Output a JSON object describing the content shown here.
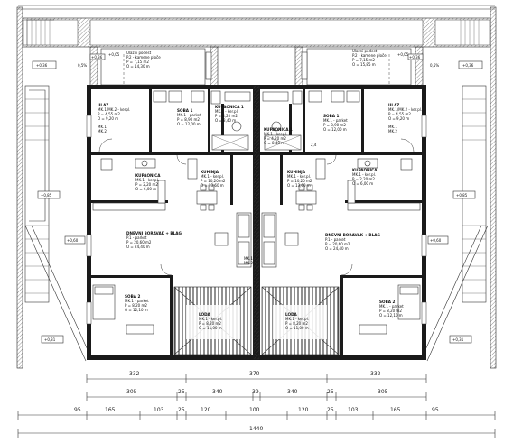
{
  "rooms": {
    "ulaz_left": [
      "ULAZ",
      "MK.1/MK.2 - kerpl.",
      "P = 4,55 m2",
      "O = 9,20 m"
    ],
    "ulaz_right": [
      "ULAZ",
      "MK.1/MK.2 - ker.pl.",
      "P = 4,55 m2",
      "O = 9,20 m"
    ],
    "soba1_left": [
      "SOBA 1",
      "MK.1 - parket",
      "P = 8,90 m2",
      "O = 12,00 m"
    ],
    "soba1_right": [
      "SOBA 1",
      "MK.1 - parket",
      "P = 8,90 m2",
      "O = 12,00 m"
    ],
    "kupaonica_left": [
      "KUPAONICA 1",
      "MK.1 - ker.pl.",
      "P = 4,20 m2",
      "O = 8,40 m"
    ],
    "kupaonica_right": [
      "KUPAONICA 1",
      "MK.1 - ker.pl.",
      "P = 4,20 m2",
      "O = 8,40 m"
    ],
    "kupaonica2_left": [
      "KUPAONICA",
      "MK.1 - ker.pl.",
      "P = 2,20 m2",
      "O = 6,00 m"
    ],
    "kupaonica2_right": [
      "KUPAONICA",
      "MK.1 - ker.pl.",
      "P = 2,20 m2",
      "O = 6,00 m"
    ],
    "kuhinja_left": [
      "KUHINJA",
      "MK.1 - ker.pl.",
      "P = 10,20 m2",
      "O = 13,60 m"
    ],
    "kuhinja_right": [
      "KUHINJA",
      "MK.1 - ker.pl.",
      "P = 10,20 m2",
      "O = 13,60 m"
    ],
    "dnevni_left": [
      "DNEVNI BORAVAK + BLAG",
      "P.1 - parket",
      "P = 20,60 m2",
      "O = 24,40 m"
    ],
    "dnevni_right": [
      "DNEVNI BORAVAK + BLAG",
      "P.1 - parket",
      "P = 20,60 m2",
      "O = 24,40 m"
    ],
    "soba2_left": [
      "SOBA 2",
      "MK.1 - parket",
      "P = 8,20 m2",
      "O = 12,10 m"
    ],
    "soba2_right": [
      "SOBA 2",
      "MK.1 - parket",
      "P = 8,20 m2",
      "O = 12,10 m"
    ],
    "lodja_left": [
      "LODA",
      "MK.1 - ker.pl.",
      "P = 8,20 m2",
      "O = 11,00 m"
    ],
    "lodja_right": [
      "LODA",
      "MK.1 - ker.pl.",
      "P = 8,20 m2",
      "O = 11,00 m"
    ],
    "ulazni_left": [
      "Ulazni podest",
      "P.2 - kamene ploče",
      "P = 7,15 m2",
      "O = 14,30 m"
    ],
    "ulazni_right": [
      "Ulazni podest",
      "P.2 - kamene ploče",
      "P = 7,15 m2",
      "O = 15,85 m"
    ]
  },
  "levels": {
    "l1": "+0,36",
    "l2": "+0,36",
    "l3": "+0,05",
    "l4": "+0,05",
    "l5": "+0,85",
    "l6": "+0,85",
    "l7": "+0,31",
    "l8": "+0,31",
    "l9": "+0,60",
    "l10": "+0,60",
    "l11": "+0,36",
    "l12": "+0,36",
    "l13": "0,5%",
    "l14": "0,5%"
  },
  "dims": {
    "row1": [
      "332",
      "370",
      "332"
    ],
    "row2": [
      "305",
      "25",
      "340",
      "39",
      "340",
      "25",
      "305"
    ],
    "row3": [
      "95",
      "165",
      "103",
      "25",
      "120",
      "100",
      "120",
      "25",
      "103",
      "165",
      "95"
    ],
    "total": "1440"
  },
  "labels": {
    "mk": "MK.1",
    "mk2": "MK.2",
    "kupaonica_center": [
      "KUPAONICA 1",
      "MK.1 - ker.pl.",
      "P = 4,20 m2"
    ],
    "small_num": "2,4"
  }
}
